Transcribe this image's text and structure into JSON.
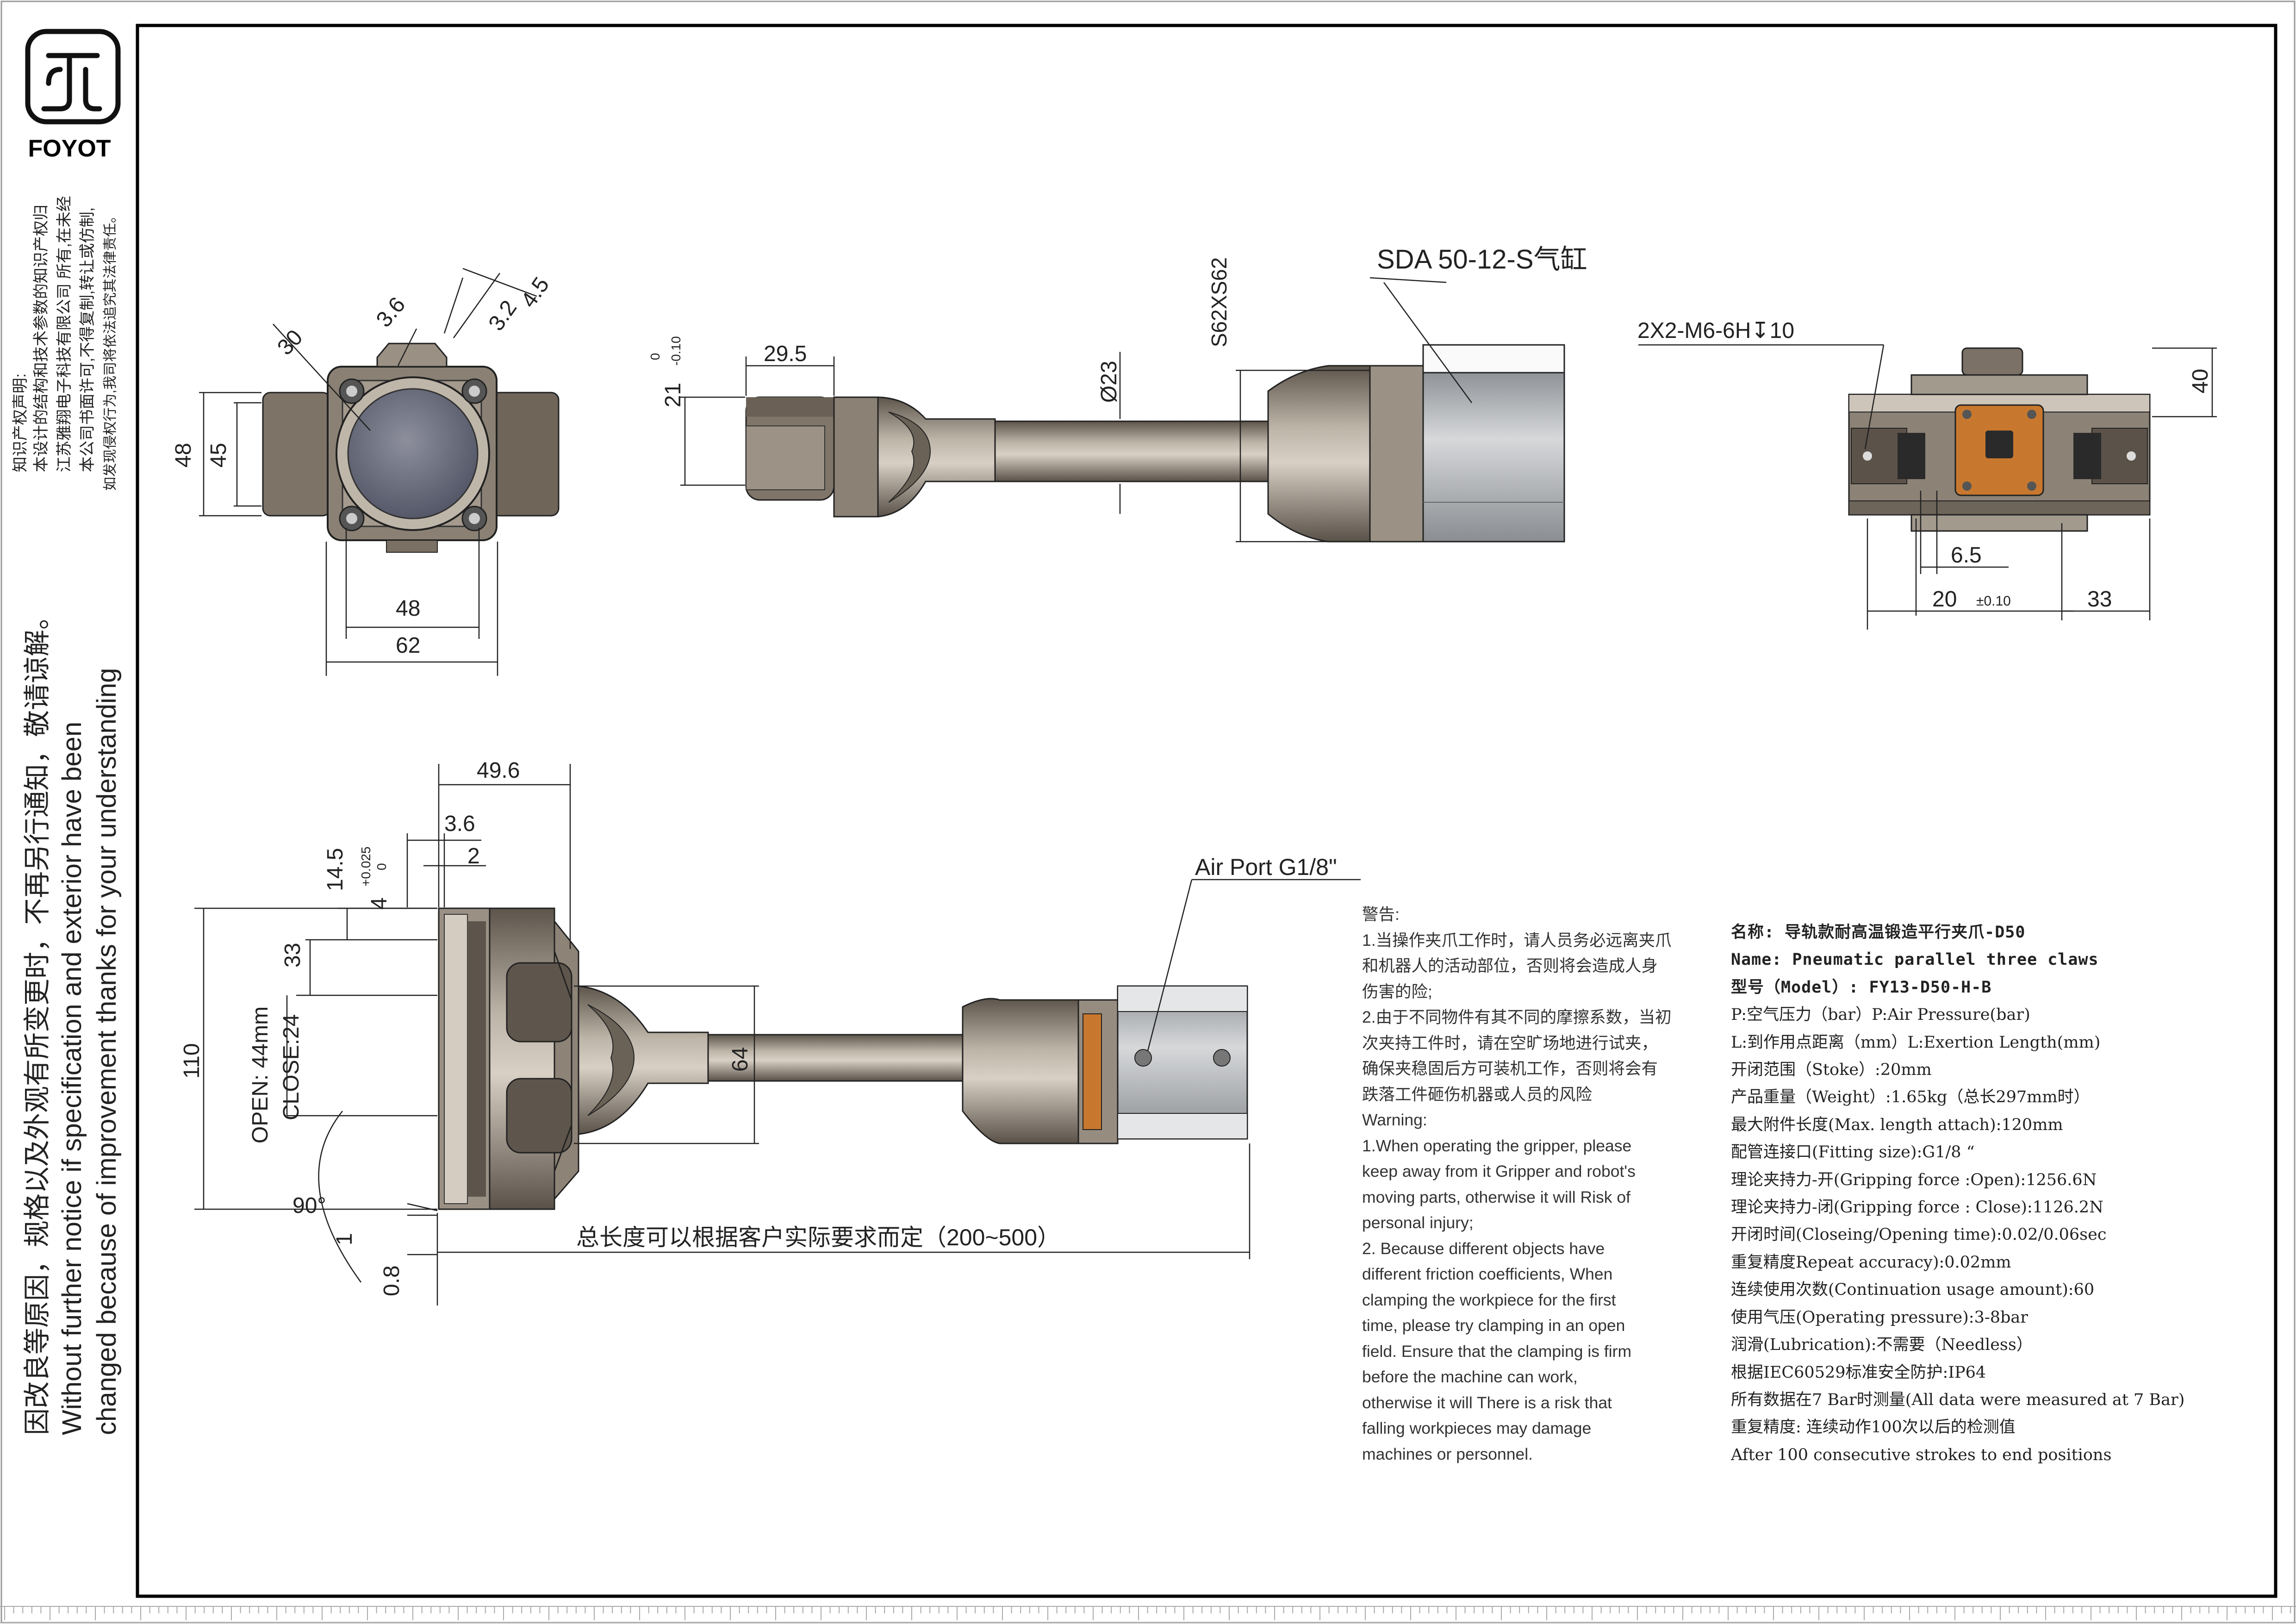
{
  "brand": {
    "name": "FOYOT"
  },
  "side_notes": {
    "ip_heading": "知识产权声明:",
    "ip_line1": "本设计的结构和技术参数的知识产权归",
    "ip_line2": "江苏雅翔电子科技有限公司 所有,在未经",
    "ip_line3": "本公司书面许可,不得复制,转让或仿制,",
    "ip_line4": "如发现侵权行为,我司将依法追究其法律责任。",
    "notice_cn": "因改良等原因，规格以及外观有所变更时，不再另行通知，敬请谅解。",
    "notice_en1": "Without further notice if specification and exterior have been",
    "notice_en2": "changed because of improvement thanks for your understanding"
  },
  "dimensions": {
    "d30": "30",
    "d3_6": "3.6",
    "d4_5": "4.5",
    "d3_2": "3.2",
    "d48v": "48",
    "d45": "45",
    "d48h": "48",
    "d62": "62",
    "tol_0": "0",
    "tol_m010": "-0.10",
    "d21": "21",
    "d29_5": "29.5",
    "dphi23": "Ø23",
    "s62": "S62XS62",
    "sda": "SDA 50-12-S气缸",
    "m6": "2X2-M6-6H↧10",
    "d40": "40",
    "d6_5": "6.5",
    "d20": "20",
    "tol_pm010": "±0.10",
    "d33": "33",
    "d49_6": "49.6",
    "d3_6b": "3.6",
    "d2": "2",
    "d14_5": "14.5",
    "tol_p0025": "+0.025",
    "tol_0b": "0",
    "d4": "4",
    "d33b": "33",
    "d110": "110",
    "open": "OPEN: 44mm",
    "close": "CLOSE:24",
    "d64": "64",
    "d90": "90°",
    "d1": "1",
    "d0_8": "0.8",
    "air_port": "Air Port G1/8\"",
    "total_length": "总长度可以根据客户实际要求而定（200~500）"
  },
  "warning": {
    "title": "警告:",
    "lines": [
      "1.当操作夹爪工作时，请人员务必远离夹爪",
      "和机器人的活动部位，否则将会造成人身",
      "伤害的险;",
      "2.由于不同物件有其不同的摩擦系数，当初",
      "次夹持工件时，请在空旷场地进行试夹，",
      "确保夹稳固后方可装机工作，否则将会有",
      "跌落工件砸伤机器或人员的风险",
      "Warning:",
      "1.When operating the gripper, please",
      "keep away from it Gripper and robot's",
      "moving parts, otherwise it will Risk of",
      "personal injury;",
      "2. Because different objects have",
      "different friction coefficients, When",
      "clamping the workpiece for the first",
      "time, please try clamping in an open",
      "field. Ensure that the clamping is firm",
      "before the machine can work,",
      "otherwise it will There is a risk that",
      "falling workpieces may damage",
      "machines or personnel."
    ]
  },
  "specs": {
    "name_cn": "名称: 导轨款耐高温锻造平行夹爪-D50",
    "name_en": "Name: Pneumatic parallel three claws",
    "model": "型号（Model）: FY13-D50-H-B",
    "rows": [
      "P:空气压力（bar）P:Air Pressure(bar)",
      "L:到作用点距离（mm）L:Exertion Length(mm)",
      "开闭范围（Stoke）:20mm",
      "产品重量（Weight）:1.65kg（总长297mm时）",
      "最大附件长度(Max. length attach):120mm",
      "配管连接口(Fitting size):G1/8 “",
      "理论夹持力-开(Gripping force :Open):1256.6N",
      "理论夹持力-闭(Gripping force : Close):1126.2N",
      "开闭时间(Closeing/Opening time):0.02/0.06sec",
      "重复精度Repeat accuracy):0.02mm",
      "连续使用次数(Continuation usage amount):60",
      "使用气压(Operating pressure):3-8bar",
      "润滑(Lubrication):不需要（Needless）",
      "根据IEC60529标准安全防护:IP64",
      "所有数据在7 Bar时测量(All data were measured at 7 Bar)",
      "重复精度: 连续动作100次以后的检测值",
      "After 100 consecutive strokes to end positions"
    ]
  },
  "colors": {
    "metal_dark": "#6b6257",
    "metal_mid": "#8f8578",
    "metal_light": "#b9b0a4",
    "cylinder": "#a9acb0",
    "cylinder_light": "#d4d6d8",
    "label_orange": "#c8782e"
  }
}
